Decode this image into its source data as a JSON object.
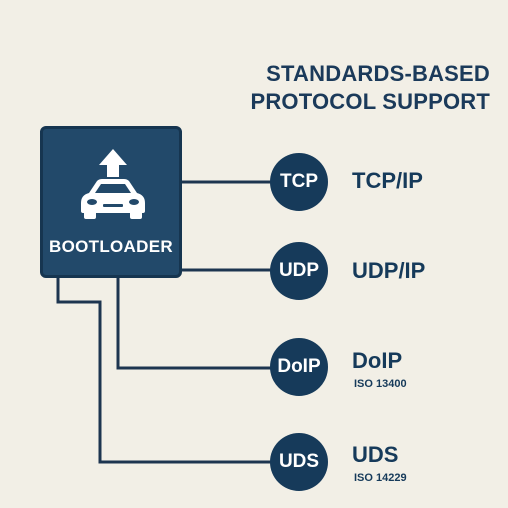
{
  "title": {
    "line1": "STANDARDS-BASED",
    "line2": "PROTOCOL SUPPORT"
  },
  "bootloader": {
    "label": "BOOTLOADER",
    "icon": "car-upload-icon"
  },
  "protocols": [
    {
      "badge": "TCP",
      "name": "TCP/IP",
      "standard": ""
    },
    {
      "badge": "UDP",
      "name": "UDP/IP",
      "standard": ""
    },
    {
      "badge": "DoIP",
      "name": "DoIP",
      "standard": "ISO 13400"
    },
    {
      "badge": "UDS",
      "name": "UDS",
      "standard": "ISO 14229"
    }
  ],
  "colors": {
    "background": "#f2efe6",
    "navy": "#163a5a",
    "box": "#22496a"
  }
}
